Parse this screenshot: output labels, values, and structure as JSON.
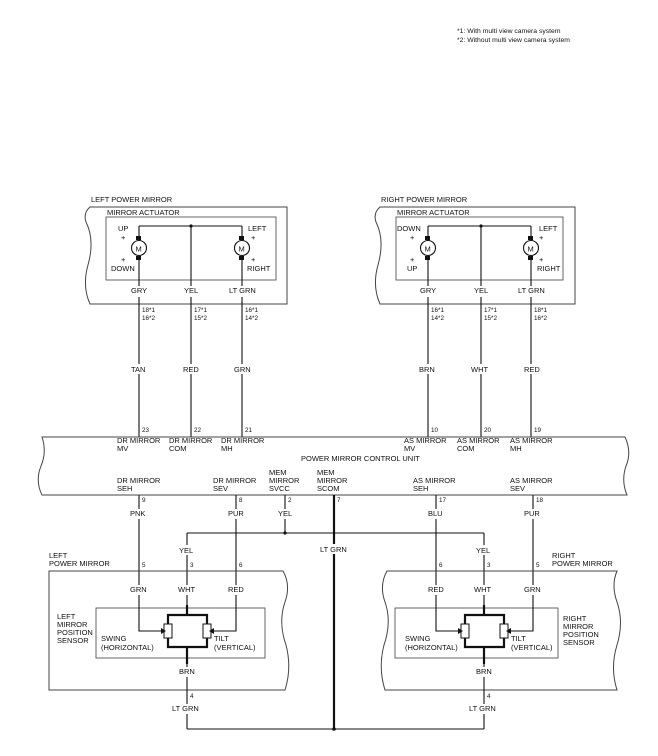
{
  "notes": {
    "note1": "*1: With multi view camera system",
    "note2": "*2: Without multi view camera system"
  },
  "left_mirror": {
    "title": "LEFT POWER MIRROR",
    "actuator_title": "MIRROR ACTUATOR",
    "motor_label": "M",
    "up": "UP",
    "down": "DOWN",
    "left": "LEFT",
    "right": "RIGHT",
    "plus": "+",
    "wire_colors": [
      "GRY",
      "YEL",
      "LT GRN"
    ],
    "pins_a": [
      "18*1",
      "17*1",
      "16*1"
    ],
    "pins_b": [
      "16*2",
      "15*2",
      "14*2"
    ],
    "harness_colors": [
      "TAN",
      "RED",
      "GRN"
    ]
  },
  "right_mirror": {
    "title": "RIGHT POWER MIRROR",
    "actuator_title": "MIRROR ACTUATOR",
    "motor_label": "M",
    "up": "UP",
    "down": "DOWN",
    "left": "LEFT",
    "right": "RIGHT",
    "plus": "+",
    "wire_colors": [
      "GRY",
      "YEL",
      "LT GRN"
    ],
    "pins_a": [
      "16*1",
      "17*1",
      "18*1"
    ],
    "pins_b": [
      "14*2",
      "15*2",
      "16*2"
    ],
    "harness_colors": [
      "BRN",
      "WHT",
      "RED"
    ]
  },
  "control_unit": {
    "title": "POWER MIRROR CONTROL UNIT",
    "top_terminals": [
      {
        "name1": "DR MIRROR",
        "name2": "MV",
        "pin": "23"
      },
      {
        "name1": "DR MIRROR",
        "name2": "COM",
        "pin": "22"
      },
      {
        "name1": "DR MIRROR",
        "name2": "MH",
        "pin": "21"
      },
      {
        "name1": "AS MIRROR",
        "name2": "MV",
        "pin": "10"
      },
      {
        "name1": "AS MIRROR",
        "name2": "COM",
        "pin": "20"
      },
      {
        "name1": "AS MIRROR",
        "name2": "MH",
        "pin": "19"
      }
    ],
    "bottom_terminals": [
      {
        "name1": "DR MIRROR",
        "name2": "SEH",
        "pin": "9",
        "color": "PNK"
      },
      {
        "name1": "DR MIRROR",
        "name2": "SEV",
        "pin": "8",
        "color": "PUR"
      },
      {
        "name0": "MEM",
        "name1": "MIRROR",
        "name2": "SVCC",
        "pin": "2",
        "color": "YEL"
      },
      {
        "name0": "MEM",
        "name1": "MIRROR",
        "name2": "SCOM",
        "pin": "7",
        "color": "LT GRN"
      },
      {
        "name1": "AS MIRROR",
        "name2": "SEH",
        "pin": "17",
        "color": "BLU"
      },
      {
        "name1": "AS MIRROR",
        "name2": "SEV",
        "pin": "18",
        "color": "PUR"
      }
    ]
  },
  "left_sensor": {
    "mirror_title1": "LEFT",
    "mirror_title2": "POWER MIRROR",
    "sensor_label": [
      "LEFT",
      "MIRROR",
      "POSITION",
      "SENSOR"
    ],
    "bus_color": "YEL",
    "pins_top": [
      "5",
      "3",
      "6"
    ],
    "wire_colors": [
      "GRN",
      "WHT",
      "RED"
    ],
    "swing1": "SWING",
    "swing2": "(HORIZONTAL)",
    "tilt1": "TILT",
    "tilt2": "(VERTICAL)",
    "bottom_color": "BRN",
    "bottom_pin": "4",
    "ground_color": "LT GRN"
  },
  "right_sensor": {
    "mirror_title1": "RIGHT",
    "mirror_title2": "POWER MIRROR",
    "sensor_label": [
      "RIGHT",
      "MIRROR",
      "POSITION",
      "SENSOR"
    ],
    "bus_color": "YEL",
    "pins_top": [
      "6",
      "3",
      "5"
    ],
    "wire_colors": [
      "RED",
      "WHT",
      "GRN"
    ],
    "swing1": "SWING",
    "swing2": "(HORIZONTAL)",
    "tilt1": "TILT",
    "tilt2": "(VERTICAL)",
    "bottom_color": "BRN",
    "bottom_pin": "4",
    "ground_color": "LT GRN"
  }
}
